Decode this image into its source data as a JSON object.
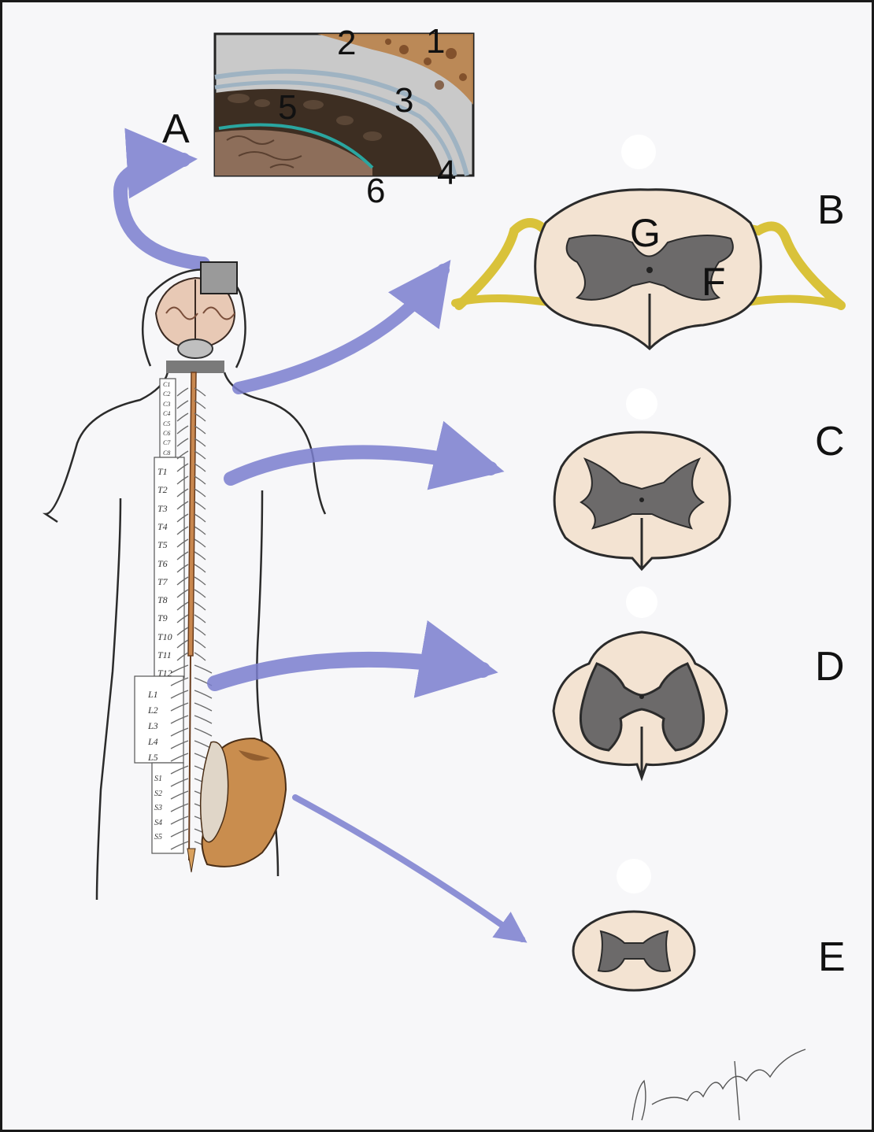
{
  "figure_labels": {
    "A": "A",
    "B": "B",
    "C": "C",
    "D": "D",
    "E": "E"
  },
  "inset_labels": {
    "n1": "1",
    "n2": "2",
    "n3": "3",
    "n4": "4",
    "n5": "5",
    "n6": "6"
  },
  "section_labels": {
    "G": "G",
    "F": "F"
  },
  "vertebra_labels": {
    "cervical": [
      "C1",
      "C2",
      "C3",
      "C4",
      "C5",
      "C6",
      "C7",
      "C8"
    ],
    "thoracic": [
      "T1",
      "T2",
      "T3",
      "T4",
      "T5",
      "T6",
      "T7",
      "T8",
      "T9",
      "T10",
      "T11",
      "T12"
    ],
    "lumbar": [
      "L1",
      "L2",
      "L3",
      "L4",
      "L5"
    ],
    "sacral": [
      "S1",
      "S2",
      "S3",
      "S4",
      "S5"
    ]
  },
  "colors": {
    "arrow": "#7b7fcf",
    "white_matter": "#f3e3d2",
    "gray_matter": "#6c6a6a",
    "nerve_root": "#d9c23a",
    "bone": "#c98d4e",
    "cord": "#c8874f",
    "inset_gray": "#c9c9c9",
    "inset_teal": "#2aa6a0"
  }
}
